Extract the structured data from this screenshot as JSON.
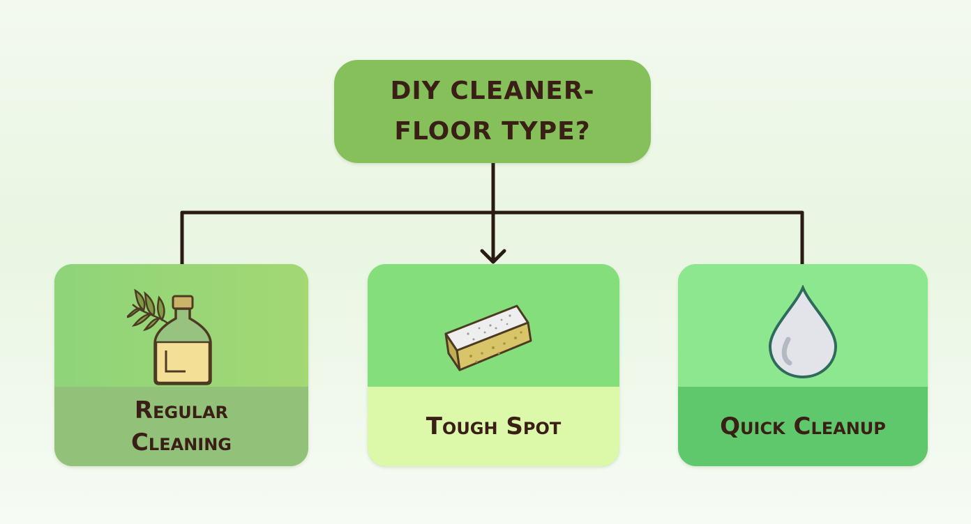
{
  "diagram": {
    "root": {
      "title": "DIY CLEANER-\nFLOOR TYPE?",
      "color": "#86c05a"
    },
    "branches": [
      {
        "label": "Regular\nCleaning",
        "icon": "oil-bottle-with-leaves-icon"
      },
      {
        "label": "Tough Spot",
        "icon": "sponge-icon"
      },
      {
        "label": "Quick Cleanup",
        "icon": "water-drop-icon"
      }
    ],
    "colors": {
      "text": "#3a1f16",
      "connector": "#2a1a14",
      "card_regular": "#9fd776",
      "card_tough": "#84dc7b",
      "card_quick": "#8be68e"
    }
  }
}
